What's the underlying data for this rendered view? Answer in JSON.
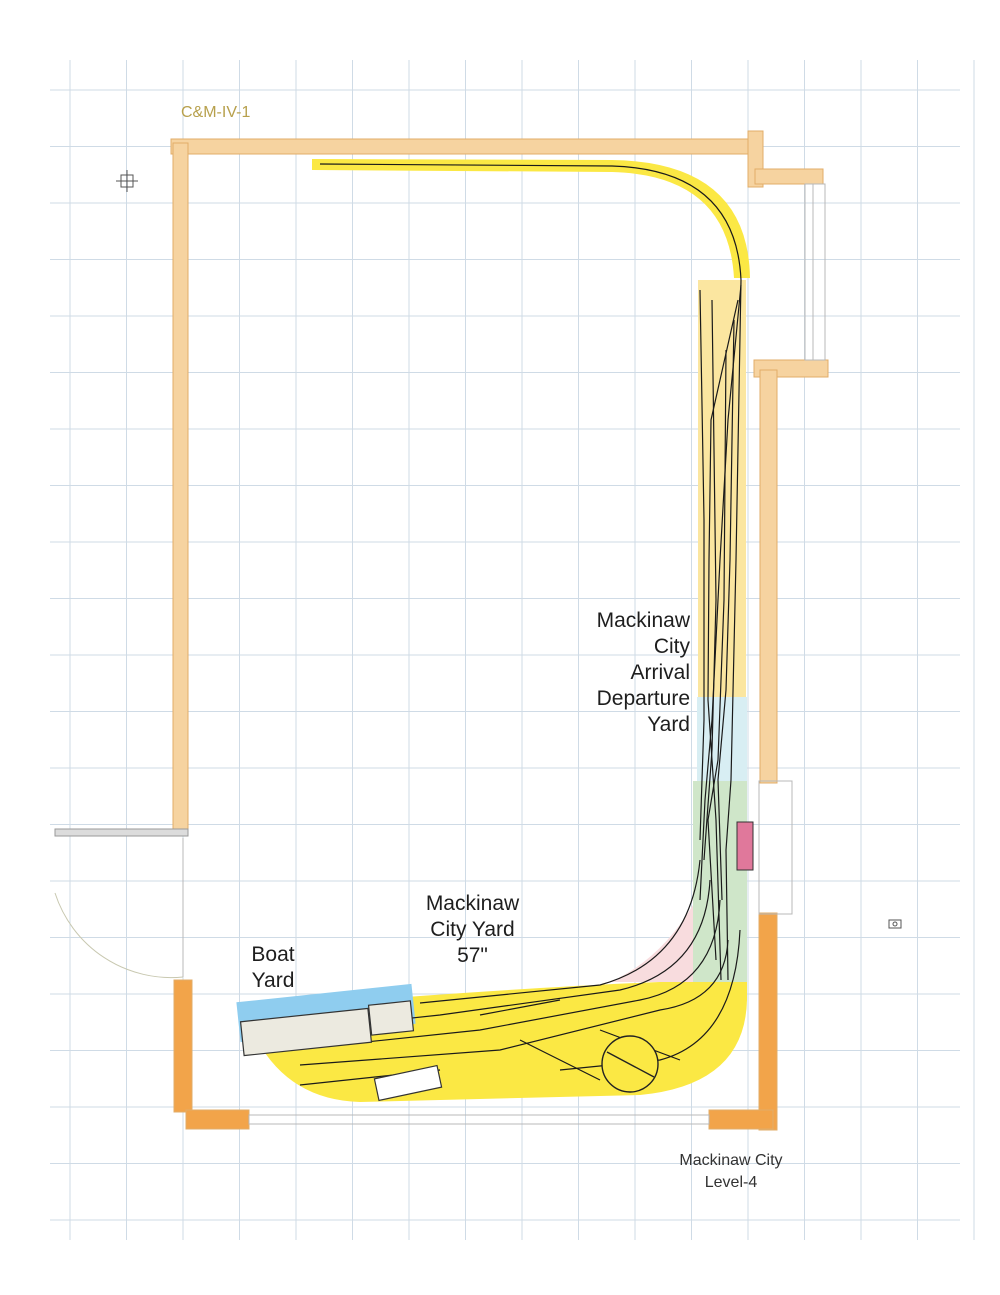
{
  "drawing": {
    "title": "C&M-IV-1",
    "level_label": [
      "Mackinaw City",
      "Level-4"
    ]
  },
  "labels": {
    "arrival_departure_yard": [
      "Mackinaw",
      "City",
      "Arrival",
      "Departure",
      "Yard"
    ],
    "city_yard": [
      "Mackinaw",
      "City Yard",
      "57\""
    ],
    "boat_yard": [
      "Boat",
      "Yard"
    ]
  },
  "colors": {
    "grid": "#cfdbe6",
    "wall_light": "#f6d3a0",
    "wall_light_stroke": "#e8b46e",
    "wall_dark": "#f2a44a",
    "benchwork": "#fbe844",
    "benchwork_pale": "#fbe6a0",
    "section_blue": "#d8eef3",
    "section_green": "#cfe6c9",
    "section_pink": "#f8dcde",
    "boat_water": "#8fcdef",
    "track": "#1a1a1a",
    "pink_marker": "#e0789b",
    "title": "#b7a04c"
  }
}
